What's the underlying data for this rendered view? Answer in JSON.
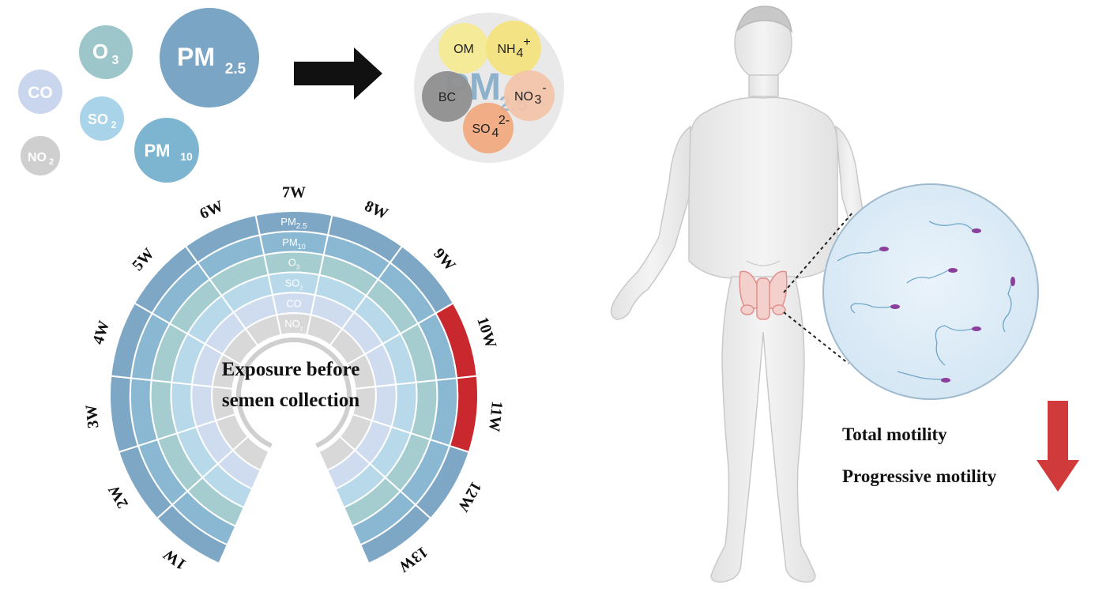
{
  "pollutants": [
    {
      "id": "co",
      "label": "CO",
      "sub": "",
      "color": "#cad6ee",
      "textColor": "#ffffff"
    },
    {
      "id": "o3",
      "label": "O",
      "sub": "3",
      "color": "#9cc6c9",
      "textColor": "#ffffff"
    },
    {
      "id": "pm25",
      "label": "PM",
      "sub": "2.5",
      "color": "#7aa5c4",
      "textColor": "#ffffff"
    },
    {
      "id": "so2",
      "label": "SO",
      "sub": "2",
      "color": "#a9d3e8",
      "textColor": "#ffffff"
    },
    {
      "id": "no2",
      "label": "NO",
      "sub": "2",
      "color": "#cfcfcf",
      "textColor": "#ffffff"
    },
    {
      "id": "pm10",
      "label": "PM",
      "sub": "10",
      "color": "#7db5d1",
      "textColor": "#ffffff"
    }
  ],
  "components": {
    "watermark": "PM",
    "watermark_sub": "2.5",
    "items": [
      {
        "id": "om",
        "label": "OM",
        "sup": "",
        "sub": "",
        "color": "#f6ea8e"
      },
      {
        "id": "nh4",
        "label": "NH",
        "sub": "4",
        "sup": "+",
        "color": "#f5e27a"
      },
      {
        "id": "bc",
        "label": "BC",
        "sub": "",
        "sup": "",
        "color": "#8f8f8f"
      },
      {
        "id": "no3",
        "label": "NO",
        "sub": "3",
        "sup": "-",
        "color": "#f4c3a6"
      },
      {
        "id": "so4",
        "label": "SO",
        "sub": "4",
        "sup": "2-",
        "color": "#f0a77d"
      }
    ]
  },
  "exposure_chart": {
    "center_label_line1": "Exposure before",
    "center_label_line2": "semen collection",
    "weeks": [
      "1W",
      "2W",
      "3W",
      "4W",
      "5W",
      "6W",
      "7W",
      "8W",
      "9W",
      "10W",
      "11W",
      "12W",
      "13W"
    ],
    "rings": [
      {
        "label": "PM",
        "sub": "2.5",
        "color": "#7ea7c6"
      },
      {
        "label": "PM",
        "sub": "10",
        "color": "#8ab8d3"
      },
      {
        "label": "O",
        "sub": "3",
        "color": "#a5cdd0"
      },
      {
        "label": "SO",
        "sub": "2",
        "color": "#b7d9ea"
      },
      {
        "label": "CO",
        "sub": "",
        "color": "#cfdcf0"
      },
      {
        "label": "NO",
        "sub": "2",
        "color": "#d8d8d8"
      }
    ],
    "significant": [
      {
        "ring": "PM2.5",
        "weeks": [
          "10W",
          "11W"
        ]
      }
    ],
    "highlight_color": "#c8282e"
  },
  "outcomes": {
    "line1": "Total motility",
    "line2": "Progressive motility",
    "arrow_color": "#d13a3a"
  }
}
